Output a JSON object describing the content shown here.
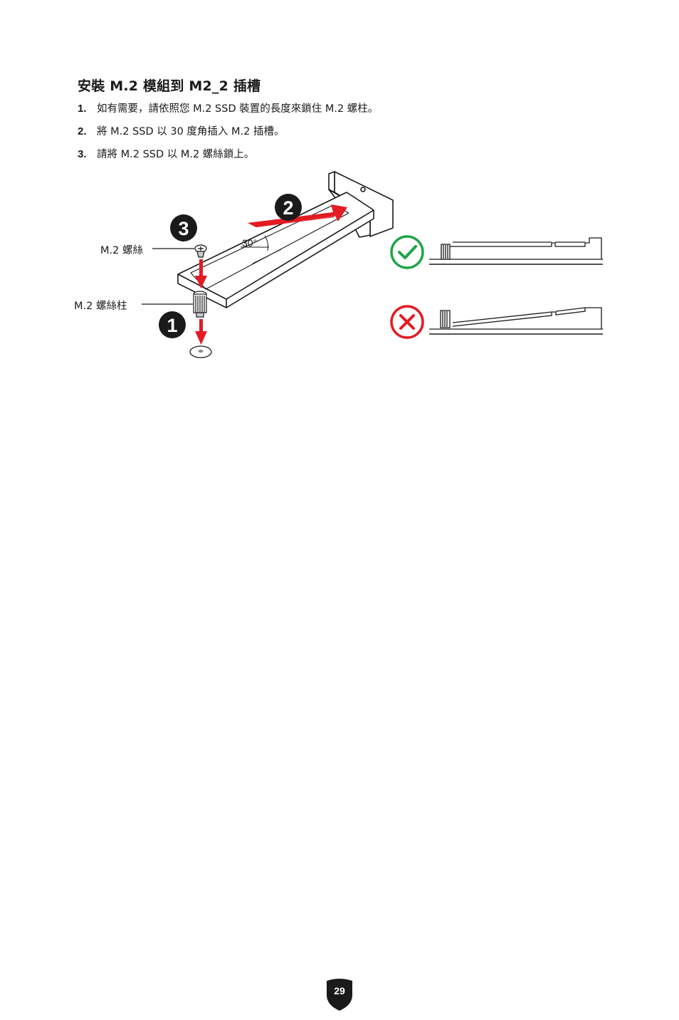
{
  "heading": "安裝 M.2 模組到 M2_2 插槽",
  "steps": [
    {
      "num": "1.",
      "text": "如有需要，請依照您 M.2 SSD 裝置的長度來鎖住 M.2 螺柱。"
    },
    {
      "num": "2.",
      "text": "將 M.2 SSD 以 30 度角插入 M.2 插槽。"
    },
    {
      "num": "3.",
      "text": "請將 M.2 SSD 以 M.2 螺絲鎖上。"
    }
  ],
  "figure": {
    "label_screw": "M.2 螺絲",
    "label_standoff": "M.2 螺絲柱",
    "angle_label": "30°",
    "badge_1": "1",
    "badge_2": "2",
    "badge_3": "3",
    "accent_red": "#e31b23",
    "correct_green": "#1ea44a",
    "wrong_red": "#e31b23"
  },
  "page_number": "29"
}
